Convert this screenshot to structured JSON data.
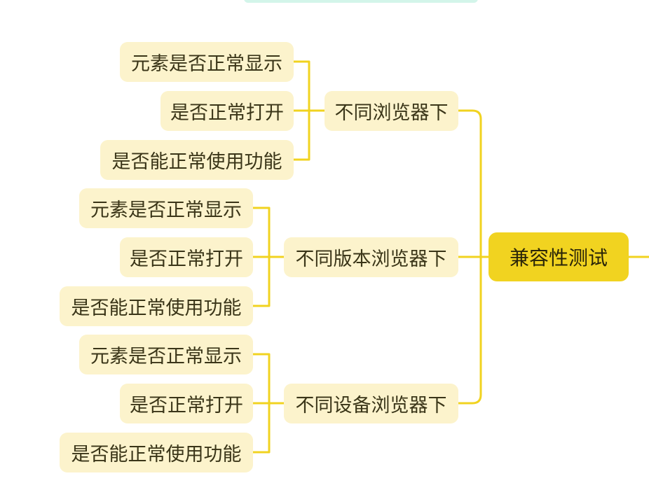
{
  "colors": {
    "connector": "#f1d320",
    "central_fill": "#f1d320",
    "node_fill": "#fcf3cc",
    "top_node_fill": "#d3f5ea",
    "text": "#3a3518"
  },
  "mindmap": {
    "central": "兼容性测试",
    "branches": [
      {
        "label": "不同浏览器下",
        "children": [
          "元素是否正常显示",
          "是否正常打开",
          "是否能正常使用功能"
        ]
      },
      {
        "label": "不同版本浏览器下",
        "children": [
          "元素是否正常显示",
          "是否正常打开",
          "是否能正常使用功能"
        ]
      },
      {
        "label": "不同设备浏览器下",
        "children": [
          "元素是否正常显示",
          "是否正常打开",
          "是否能正常使用功能"
        ]
      }
    ]
  }
}
